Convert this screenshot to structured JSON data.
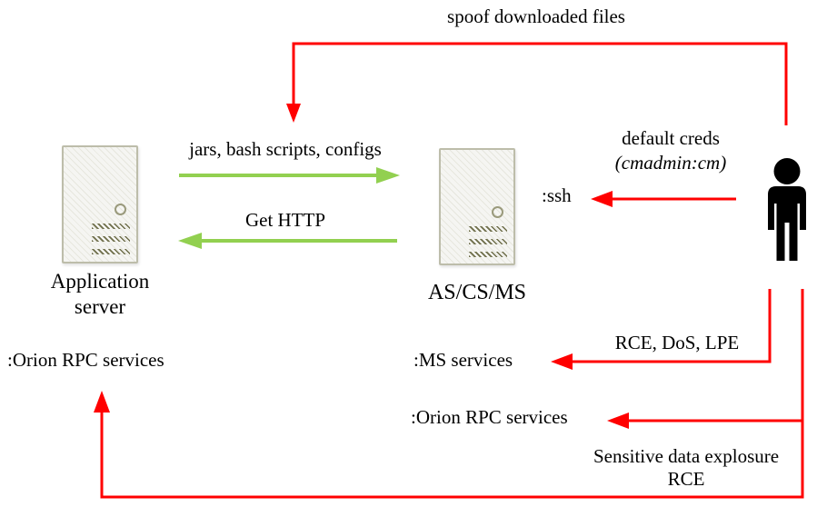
{
  "colors": {
    "attack_red": "#ff0000",
    "transfer_green": "#92d050"
  },
  "nodes": {
    "application_server": {
      "name_line1": "Application",
      "name_line2": "server",
      "port_orion": ":Orion RPC services"
    },
    "as_cs_ms": {
      "name": "AS/CS/MS",
      "port_ssh": ":ssh",
      "port_ms": ":MS services",
      "port_orion": ":Orion RPC services"
    },
    "attacker": {
      "icon": "person-icon"
    }
  },
  "edges": {
    "spoof": {
      "label": "spoof downloaded files",
      "color": "#ff0000"
    },
    "jars": {
      "label": "jars, bash scripts, configs",
      "color": "#92d050"
    },
    "get_http": {
      "label": "Get HTTP",
      "color": "#92d050"
    },
    "ssh_attack": {
      "label_line1": "default creds",
      "label_line2": "(cmadmin:cm)",
      "color": "#ff0000"
    },
    "ms_attack": {
      "label": "RCE, DoS, LPE",
      "color": "#ff0000"
    },
    "orion_attack": {
      "label_line1": "Sensitive data explosure",
      "label_line2": "RCE",
      "color": "#ff0000"
    }
  }
}
